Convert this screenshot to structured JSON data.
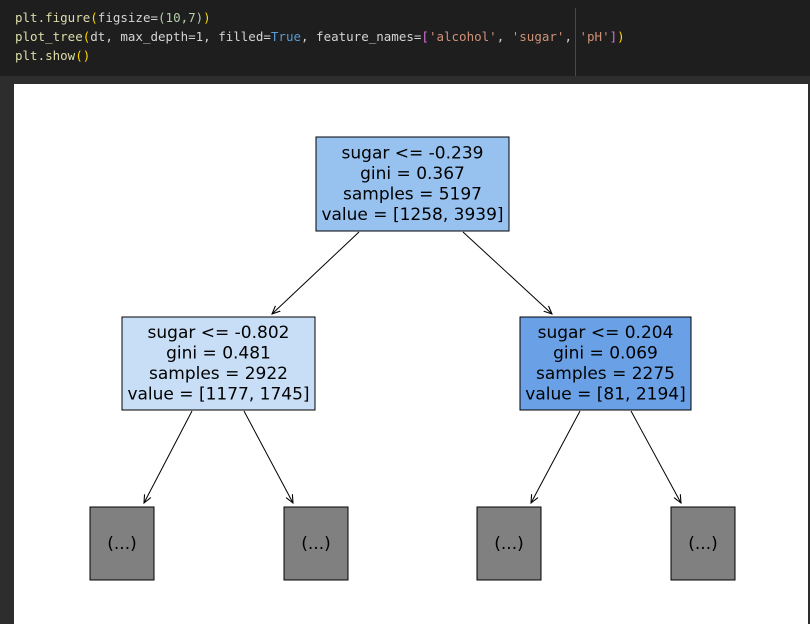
{
  "code": {
    "line1": {
      "fn": "plt.figure",
      "open": "(",
      "arg": "figsize=",
      "tuple": "(10,7)",
      "close": ")"
    },
    "line2": {
      "fn": "plot_tree",
      "open": "(",
      "args1": "dt, max_depth=1, filled=",
      "kw": "True",
      "args2": ", feature_names=",
      "lbracket": "[",
      "s1": "'alcohol'",
      "sep1": ", ",
      "s2": "'sugar'",
      "sep2": ", ",
      "s3": "'pH'",
      "rbracket": "]",
      "close": ")"
    },
    "line3": {
      "fn": "plt.show",
      "paren": "()"
    }
  },
  "chart_data": {
    "type": "tree",
    "nodes": [
      {
        "id": "root",
        "lines": [
          "sugar <= -0.239",
          "gini = 0.367",
          "samples = 5197",
          "value = [1258, 3939]"
        ],
        "fill": "#97c2f0"
      },
      {
        "id": "left",
        "lines": [
          "sugar <= -0.802",
          "gini = 0.481",
          "samples = 2922",
          "value = [1177, 1745]"
        ],
        "fill": "#c8def6"
      },
      {
        "id": "right",
        "lines": [
          "sugar <= 0.204",
          "gini = 0.069",
          "samples = 2275",
          "value = [81, 2194]"
        ],
        "fill": "#6aa1e6"
      },
      {
        "id": "leaf1",
        "lines": [
          "(...)"
        ],
        "fill": "#808080"
      },
      {
        "id": "leaf2",
        "lines": [
          "(...)"
        ],
        "fill": "#808080"
      },
      {
        "id": "leaf3",
        "lines": [
          "(...)"
        ],
        "fill": "#808080"
      },
      {
        "id": "leaf4",
        "lines": [
          "(...)"
        ],
        "fill": "#808080"
      }
    ],
    "edges": [
      [
        "root",
        "left"
      ],
      [
        "root",
        "right"
      ],
      [
        "left",
        "leaf1"
      ],
      [
        "left",
        "leaf2"
      ],
      [
        "right",
        "leaf3"
      ],
      [
        "right",
        "leaf4"
      ]
    ]
  }
}
